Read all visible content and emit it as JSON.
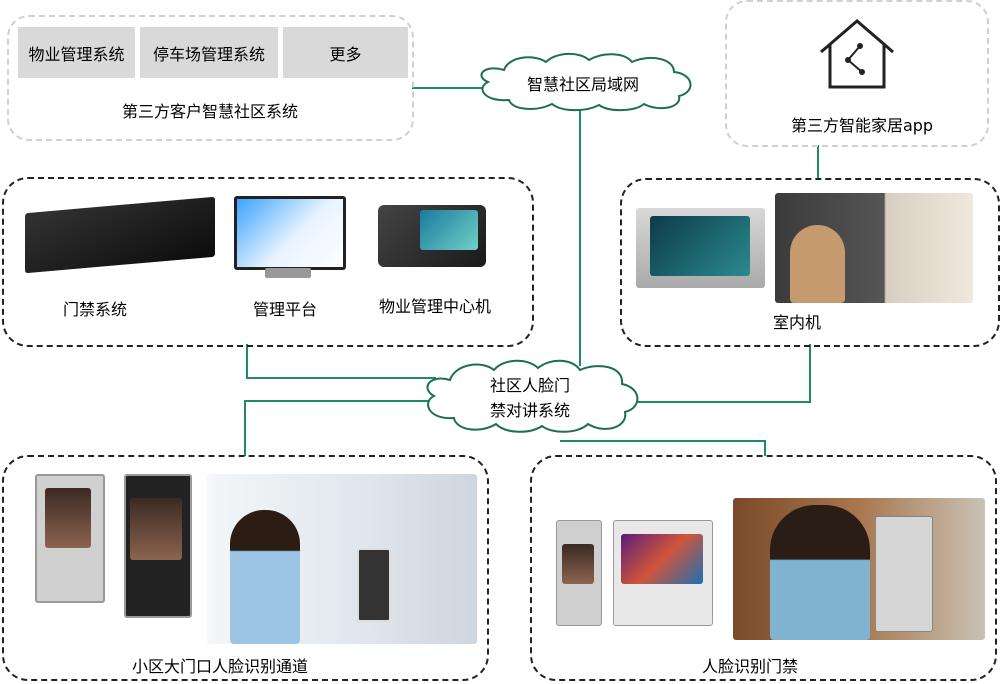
{
  "third_party_system": {
    "cells": [
      "物业管理系统",
      "停车场管理系统",
      "更多"
    ],
    "label": "第三方客户智慧社区系统"
  },
  "lan_cloud": "智慧社区局域网",
  "smart_home": {
    "label": "第三方智能家居app",
    "icon": "smart-home-icon"
  },
  "management_group": {
    "items": [
      "门禁系统",
      "管理平台",
      "物业管理中心机"
    ]
  },
  "indoor_group": {
    "label": "室内机"
  },
  "intercom_cloud": {
    "line1": "社区人脸门",
    "line2": "禁对讲系统"
  },
  "gate_group": {
    "label": "小区大门口人脸识别通道"
  },
  "door_group": {
    "label": "人脸识别门禁"
  },
  "colors": {
    "line": "#1e8a68",
    "cell": "#d9d9d9"
  }
}
